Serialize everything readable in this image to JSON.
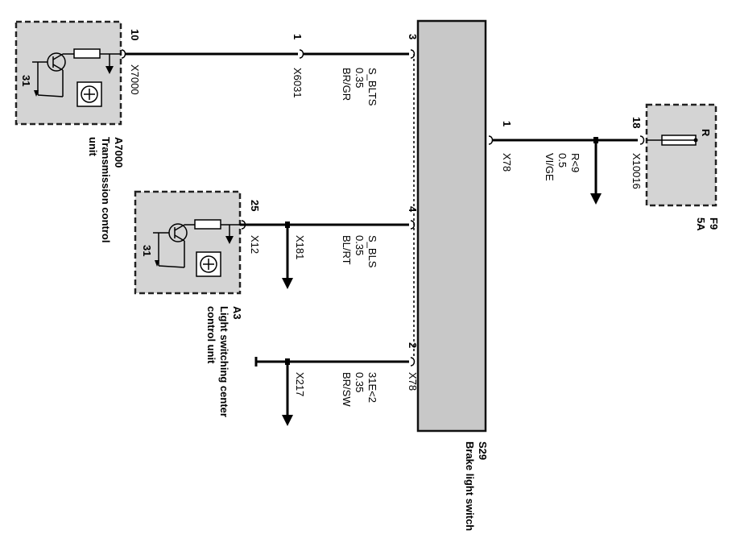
{
  "components": {
    "a7000": {
      "id": "A7000",
      "name_line1": "Transmission control",
      "name_line2": "unit",
      "pin": "10",
      "connector": "X7000",
      "ground": "31"
    },
    "a3": {
      "id": "A3",
      "name_line1": "Light switching center",
      "name_line2": "control unit",
      "pin": "25",
      "connector": "X12",
      "ground": "31"
    },
    "s29": {
      "id": "S29",
      "name": "Brake light switch",
      "pin3": "3",
      "pin4": "4",
      "pin2": "2",
      "pin1": "1"
    },
    "f9": {
      "id": "F9",
      "rating": "5A",
      "pin": "18",
      "connector": "X10016",
      "fuse_label": "R"
    }
  },
  "wires": {
    "w1": {
      "pin": "1",
      "connector": "X6031",
      "signal": "S_BLTS",
      "size": "0.35",
      "color": "BR/GR"
    },
    "w2": {
      "splice": "X181",
      "signal": "S_BLS",
      "size": "0.35",
      "color": "BL/RT"
    },
    "w3": {
      "connector": "X78",
      "splice": "X217",
      "signal": "31E<2",
      "size": "0.35",
      "color": "BR/SW"
    },
    "w4": {
      "connector": "X78",
      "signal": "R<9",
      "size": "0.5",
      "color": "VI/GE"
    }
  }
}
